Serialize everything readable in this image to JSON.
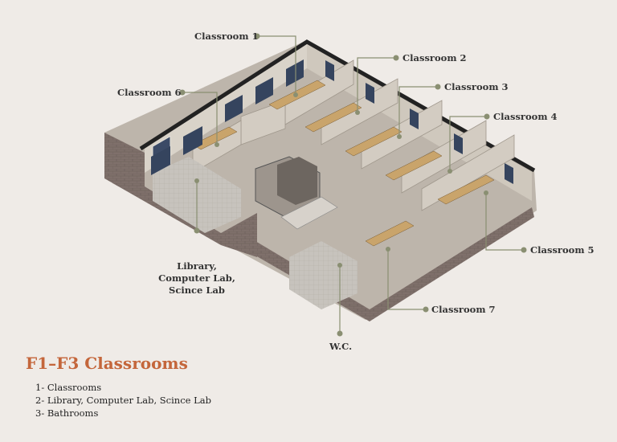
{
  "title": "F1–F3 Classrooms",
  "legend": [
    "1- Classrooms",
    "2- Library, Computer Lab, Scince Lab",
    "3- Bathrooms"
  ],
  "labels": {
    "classroom1": "Classroom 1",
    "classroom2": "Classroom 2",
    "classroom3": "Classroom 3",
    "classroom4": "Classroom 4",
    "classroom5": "Classroom 5",
    "classroom6": "Classroom 6",
    "classroom7": "Classroom 7",
    "library_line1": "Library,",
    "library_line2": "Computer Lab,",
    "library_line3": "Scince Lab",
    "wc": "W.C."
  },
  "colors": {
    "background": "#efebe7",
    "title": "#c4663b",
    "leader": "#8a8f72",
    "wall_brick": "#7d6e6a",
    "floor": "#b8b0a6",
    "wall_top": "#2b2b2b",
    "interior_wall": "#d8d2c8",
    "desk": "#c9a46b"
  }
}
